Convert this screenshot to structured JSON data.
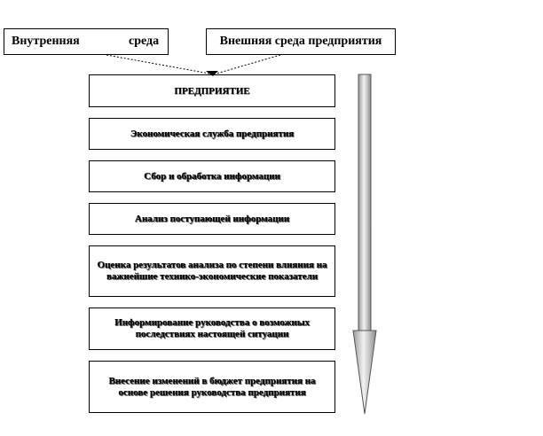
{
  "diagram": {
    "external": {
      "internal_env": {
        "word1": "Внутренняя",
        "word2": "среда"
      },
      "external_env": "Внешняя среда предприятия"
    },
    "steps": [
      "ПРЕДПРИЯТИЕ",
      "Экономическая служба предприятия",
      "Сбор и обработка информации",
      "Анализ поступающей информации",
      "Оценка результатов анализа по степени влияния на важнейшие технико-экономические показатели",
      "Информирование руководства о возможных последствиях настоящей ситуации",
      "Внесение изменений в бюджет предприятия на основе решения руководства предприятия"
    ]
  }
}
